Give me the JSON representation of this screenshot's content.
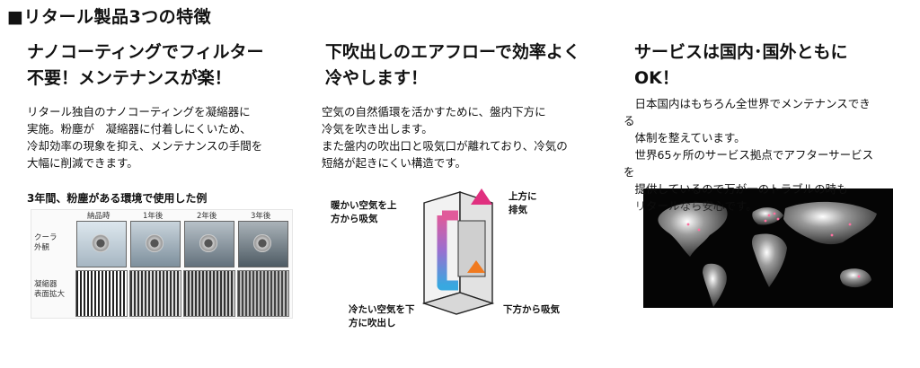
{
  "page": {
    "title": "■リタール製品3つの特徴"
  },
  "features": [
    {
      "heading": [
        "ナノコーティングでフィルター",
        "不要！メンテナンスが楽！"
      ],
      "body": [
        "リタール独自のナノコーティングを凝縮器に",
        "実施。粉塵が　凝縮器に付着しにくいため、",
        "冷却効率の現象を抑え、メンテナンスの手間を",
        "大幅に削減できます。"
      ],
      "caption": "3年間、粉塵がある環境で使用した例",
      "figure": {
        "columns": [
          "納品時",
          "1年後",
          "2年後",
          "3年後"
        ],
        "row_labels": [
          [
            "クーラ",
            "外観"
          ],
          [
            "凝縮器",
            "表面拡大"
          ]
        ]
      }
    },
    {
      "heading": [
        "下吹出しのエアフローで効率よく",
        "冷やします！"
      ],
      "body": [
        "空気の自然循環を活かすために、盤内下方に",
        "冷気を吹き出します。",
        "また盤内の吹出口と吸気口が離れており、冷気の",
        "短絡が起きにくい構造です。"
      ],
      "diagram_labels": {
        "warm_in": [
          "暖かい空気を上",
          "方から吸気"
        ],
        "exhaust_up": [
          "上方に",
          "排気"
        ],
        "cold_out": [
          "冷たい空気を下",
          "方に吹出し"
        ],
        "intake_down": "下方から吸気"
      }
    },
    {
      "heading": [
        "サービスは国内･国外ともに",
        "OK！"
      ],
      "body": [
        "　日本国内はもちろん全世界でメンテナンスでき",
        "る",
        "　体制を整えています。",
        "　世界65ヶ所のサービス拠点でアフターサービス",
        "を",
        "　提供しているので万が一のトラブルの時も",
        "　リタールなら安心です。"
      ]
    }
  ]
}
